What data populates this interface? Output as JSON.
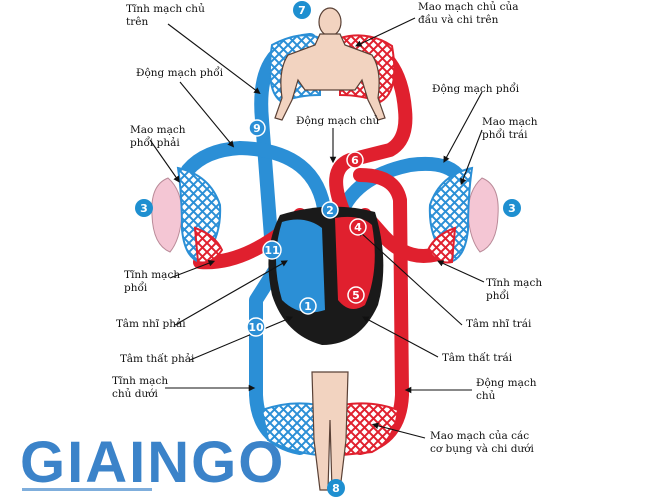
{
  "labels": {
    "svc_upper": [
      "Tĩnh mạch chủ",
      "trên"
    ],
    "cap_head": [
      "Mao mạch chủ của",
      "đầu và chi trên"
    ],
    "pa_left": [
      "Động mạch phổi"
    ],
    "pa_right": [
      "Động mạch phổi"
    ],
    "aorta_top": [
      "Động mạch chủ"
    ],
    "cap_lung_l": [
      "Mao mạch",
      "phổi phải"
    ],
    "cap_lung_r": [
      "Mao mạch",
      "phổi trái"
    ],
    "pv_left": [
      "Tĩnh mạch",
      "phổi"
    ],
    "pv_right": [
      "Tĩnh mạch",
      "phổi"
    ],
    "ra": [
      "Tâm nhĩ phải"
    ],
    "la": [
      "Tâm nhĩ trái"
    ],
    "rv": [
      "Tâm thất phải"
    ],
    "lv": [
      "Tâm thất trái"
    ],
    "ivc": [
      "Tĩnh mạch",
      "chủ dưới"
    ],
    "aorta_low": [
      "Động mạch",
      "chủ"
    ],
    "cap_low": [
      "Mao mạch của các",
      "cơ bụng và chi dưới"
    ]
  },
  "markers": {
    "m1": "1",
    "m2": "2",
    "m3l": "3",
    "m3r": "3",
    "m4": "4",
    "m5": "5",
    "m6": "6",
    "m7": "7",
    "m8": "8",
    "m9": "9",
    "m10": "10",
    "m11": "11"
  },
  "watermark": "GIAINGO",
  "colors": {
    "venous": "#2b8fd6",
    "arterial": "#e0202e",
    "heart_dark": "#1a1a1a",
    "lung": "#f4c6d4",
    "marker_blue": "#1e8fd0",
    "marker_red": "#e0202e",
    "watermark": "#2a78c4"
  }
}
